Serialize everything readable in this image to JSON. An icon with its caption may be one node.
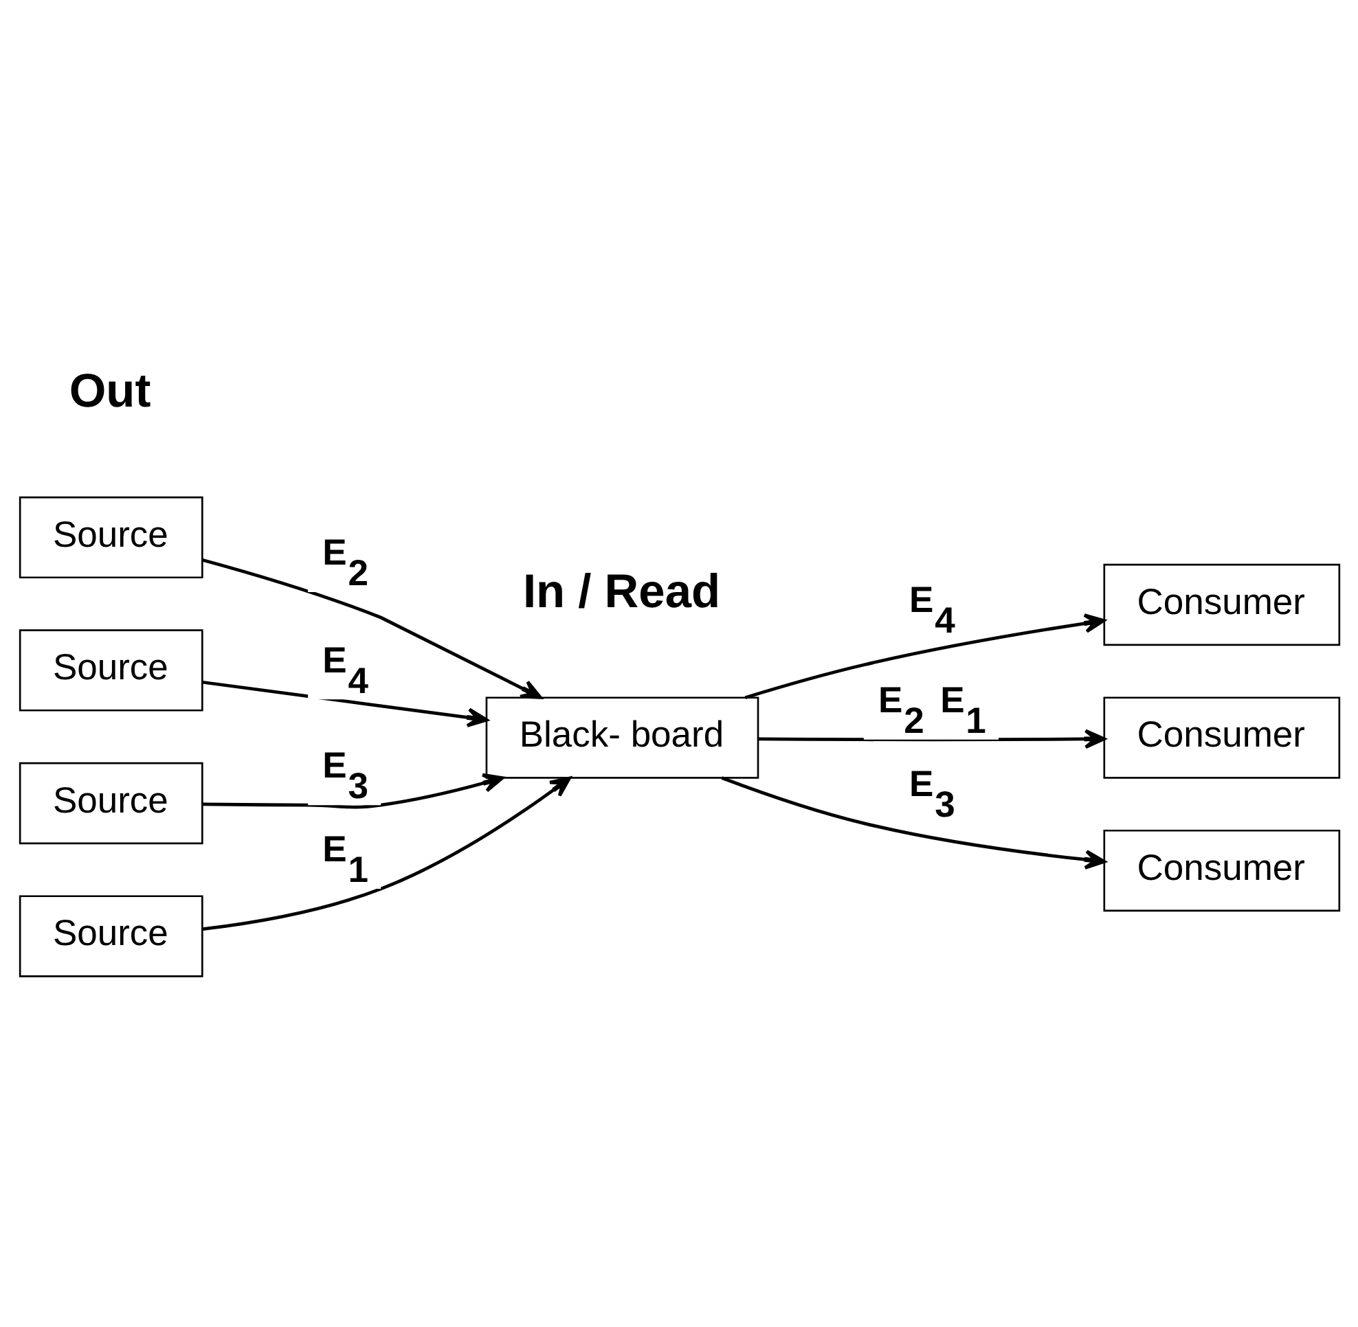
{
  "diagram": {
    "nodes": [
      {
        "text": [
          "Source"
        ]
      },
      {
        "text": [
          "Source"
        ]
      },
      {
        "text": [
          "Source"
        ]
      },
      {
        "text": [
          "Source"
        ]
      },
      {
        "text": [
          "Black- board"
        ]
      },
      {
        "text": [
          "Consumer"
        ]
      },
      {
        "text": [
          "Consumer"
        ]
      },
      {
        "text": [
          "Consumer"
        ]
      }
    ],
    "edges": [
      {
        "from": 0,
        "to": 4,
        "arrow": "to",
        "label": "E$_{2}$"
      },
      {
        "from": 1,
        "to": 4,
        "arrow": "to",
        "label": "E$_{4}$"
      },
      {
        "from": 2,
        "to": 4,
        "arrow": "to",
        "label": "E$_{3}$"
      },
      {
        "from": 3,
        "to": 4,
        "arrow": "to",
        "label": "E$_{1}$"
      },
      {
        "from": 4,
        "to": 5,
        "arrow": "to",
        "label": "E$_{4}$"
      },
      {
        "from": 4,
        "to": 6,
        "arrow": "to",
        "label": "E$_{2}$ E$_{1}$"
      },
      {
        "from": 4,
        "to": 7,
        "arrow": "to",
        "label": "E$_{3}$"
      }
    ],
    "labels": [
      "Out",
      "In / Read"
    ]
  }
}
